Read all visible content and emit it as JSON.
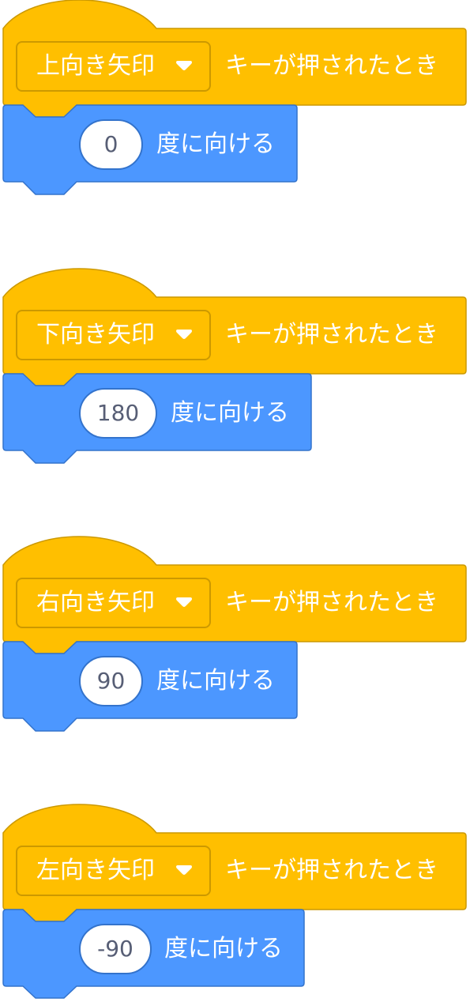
{
  "theme": {
    "events_color": "#ffbf00",
    "events_border": "#cc9900",
    "motion_color": "#4c97ff",
    "motion_border": "#3373cc",
    "input_text_color": "#575e75"
  },
  "icons": {
    "dropdown": "triangle-down-icon"
  },
  "scripts": [
    {
      "key": "上向き矢印",
      "hat_text": "キーが押されたとき",
      "direction": "0",
      "block_text": "度に向ける"
    },
    {
      "key": "下向き矢印",
      "hat_text": "キーが押されたとき",
      "direction": "180",
      "block_text": "度に向ける"
    },
    {
      "key": "右向き矢印",
      "hat_text": "キーが押されたとき",
      "direction": "90",
      "block_text": "度に向ける"
    },
    {
      "key": "左向き矢印",
      "hat_text": "キーが押されたとき",
      "direction": "-90",
      "block_text": "度に向ける"
    }
  ]
}
